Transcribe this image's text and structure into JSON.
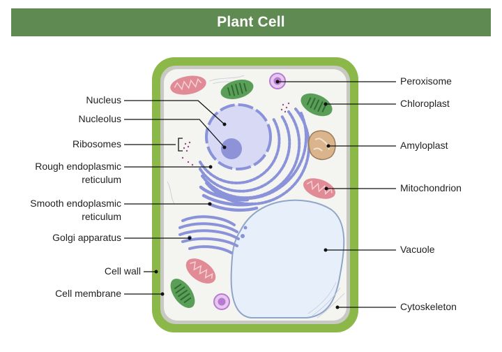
{
  "title": "Plant Cell",
  "labels": {
    "nucleus": "Nucleus",
    "nucleolus": "Nucleolus",
    "ribosomes": "Ribosomes",
    "rough_er": [
      "Rough endoplasmic",
      "reticulum"
    ],
    "smooth_er": [
      "Smooth endoplasmic",
      "reticulum"
    ],
    "golgi": "Golgi apparatus",
    "cell_wall": "Cell wall",
    "cell_membrane": "Cell membrane",
    "peroxisome": "Peroxisome",
    "chloroplast": "Chloroplast",
    "amyloplast": "Amyloplast",
    "mitochondrion": "Mitochondrion",
    "vacuole": "Vacuole",
    "cytoskeleton": "Cytoskeleton"
  },
  "colors": {
    "banner": "#5f8b52",
    "cell_wall": "#8cb84a",
    "cytoplasm": "#f4f4f0",
    "nucleus": "#d8daf5",
    "nucleolus": "#8e93d8",
    "er": "#8a93d9",
    "chloroplast": "#5a9e58",
    "mitochondrion": "#e08b95",
    "amyloplast": "#d9b48c",
    "peroxisome": "#b87ad0",
    "vacuole": "#e6effa"
  }
}
